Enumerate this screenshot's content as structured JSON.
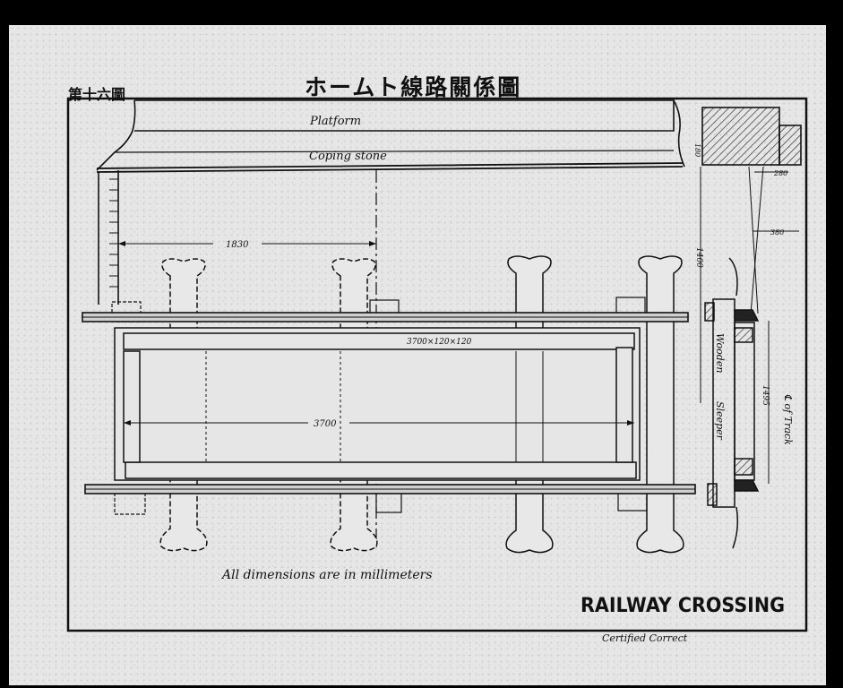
{
  "header": {
    "fig_number": "第十六圖",
    "title": "ホームト線路關係圖"
  },
  "labels": {
    "platform": "Platform",
    "coping_stone": "Coping stone",
    "dim_1830": "1830",
    "beam_spec": "3700×120×120",
    "dim_3700": "3700",
    "dim_280": "280",
    "dim_180": "180",
    "dim_380": "380",
    "dim_1400": "1400",
    "dim_1495": "1495",
    "wooden": "Wooden",
    "sleeper": "Sleeper",
    "track_center": "℄ of Track",
    "note": "All dimensions are in millimeters",
    "crossing_title": "RAILWAY CROSSING",
    "certified": "Certified Correct"
  }
}
